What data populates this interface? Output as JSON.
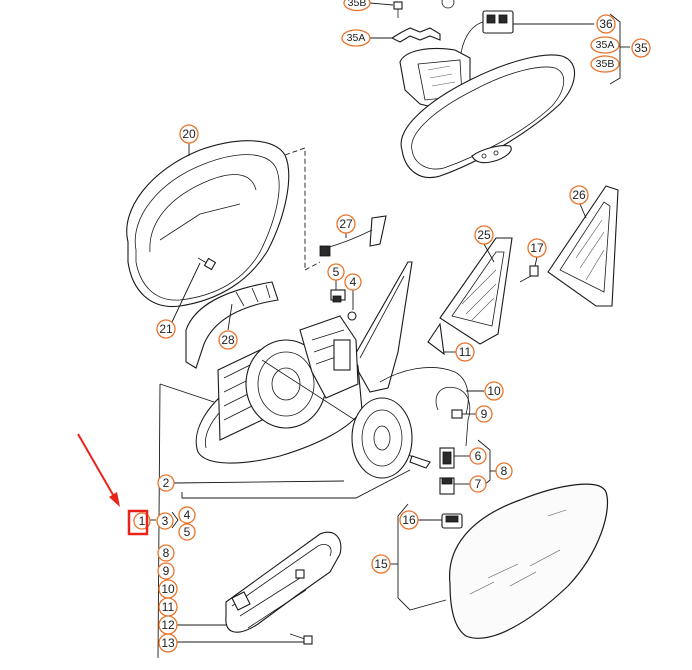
{
  "diagram": {
    "callouts": {
      "c35b": "35B",
      "c35a_left": "35A",
      "c36": "36",
      "c35a_right": "35A",
      "c35": "35",
      "c35b_right": "35B",
      "c20": "20",
      "c27": "27",
      "c26": "26",
      "c25": "25",
      "c17": "17",
      "c5_top": "5",
      "c4_top": "4",
      "c21": "21",
      "c28": "28",
      "c11_top": "11",
      "c10_top": "10",
      "c9_top": "9",
      "c6": "6",
      "c8_right": "8",
      "c7": "7",
      "c2": "2",
      "c1": "1",
      "c3": "3",
      "c4_list": "4",
      "c5_list": "5",
      "c16": "16",
      "c15": "15",
      "c8_list": "8",
      "c9_list": "9",
      "c10_list": "10",
      "c11_list": "11",
      "c12": "12",
      "c13": "13"
    },
    "highlight": {
      "color": "#e8231a",
      "target": "1"
    },
    "colors": {
      "callout_outline": "#e8742a",
      "line": "#1a1a1a"
    }
  }
}
